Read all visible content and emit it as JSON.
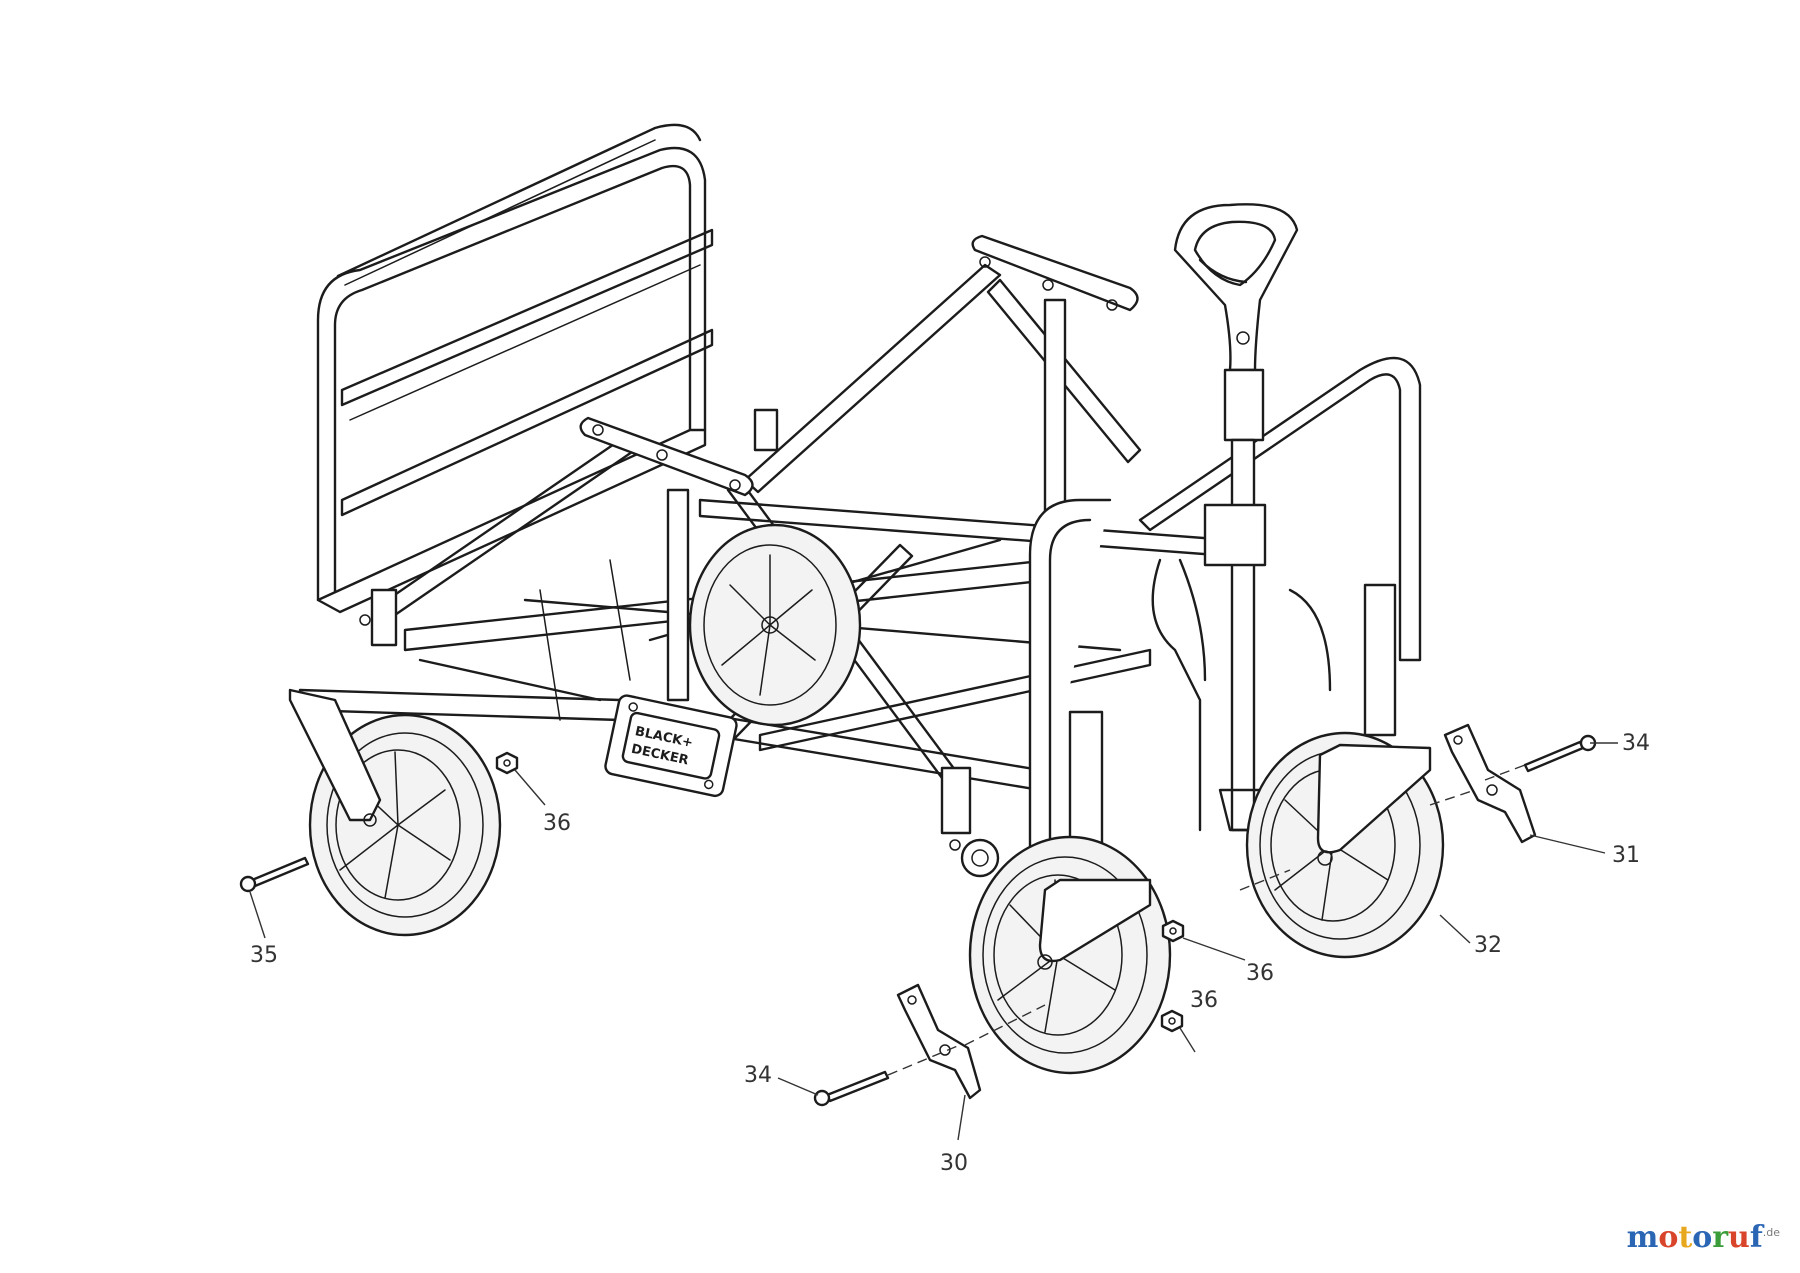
{
  "callouts": {
    "c30": "30",
    "c31": "31",
    "c32": "32",
    "c34_left": "34",
    "c34_right": "34",
    "c35": "35",
    "c36_a": "36",
    "c36_b": "36",
    "c36_c": "36"
  },
  "brand_badge": {
    "line1": "BLACK+",
    "line2": "DECKER"
  },
  "watermark": {
    "letters": [
      "m",
      "o",
      "t",
      "o",
      "r",
      "u",
      "f"
    ],
    "colors": [
      "#2b66b5",
      "#d9452b",
      "#e8a81e",
      "#2b66b5",
      "#3a9d3a",
      "#d9452b",
      "#2b66b5"
    ],
    "suffix": ".de"
  }
}
